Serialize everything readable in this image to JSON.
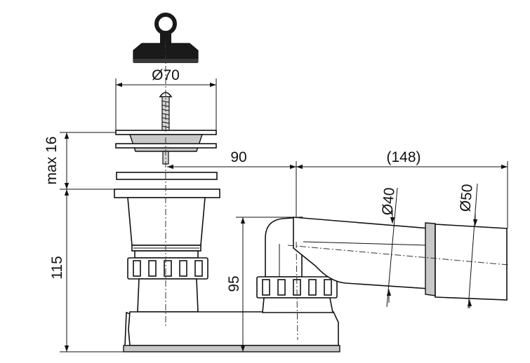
{
  "dimensions": {
    "stopper_diameter": "Ø70",
    "drain_to_outlet": "90",
    "outlet_length": "(148)",
    "max_flange": "max 16",
    "body_height": "115",
    "outlet_height": "95",
    "inner_outlet_diameter": "Ø40",
    "outer_outlet_diameter": "Ø50"
  },
  "colors": {
    "line": "#111111",
    "stopper": "#1a1a1a",
    "metal": "#c8c8c8",
    "metal_dark": "#9a9a9a",
    "background": "#ffffff"
  }
}
